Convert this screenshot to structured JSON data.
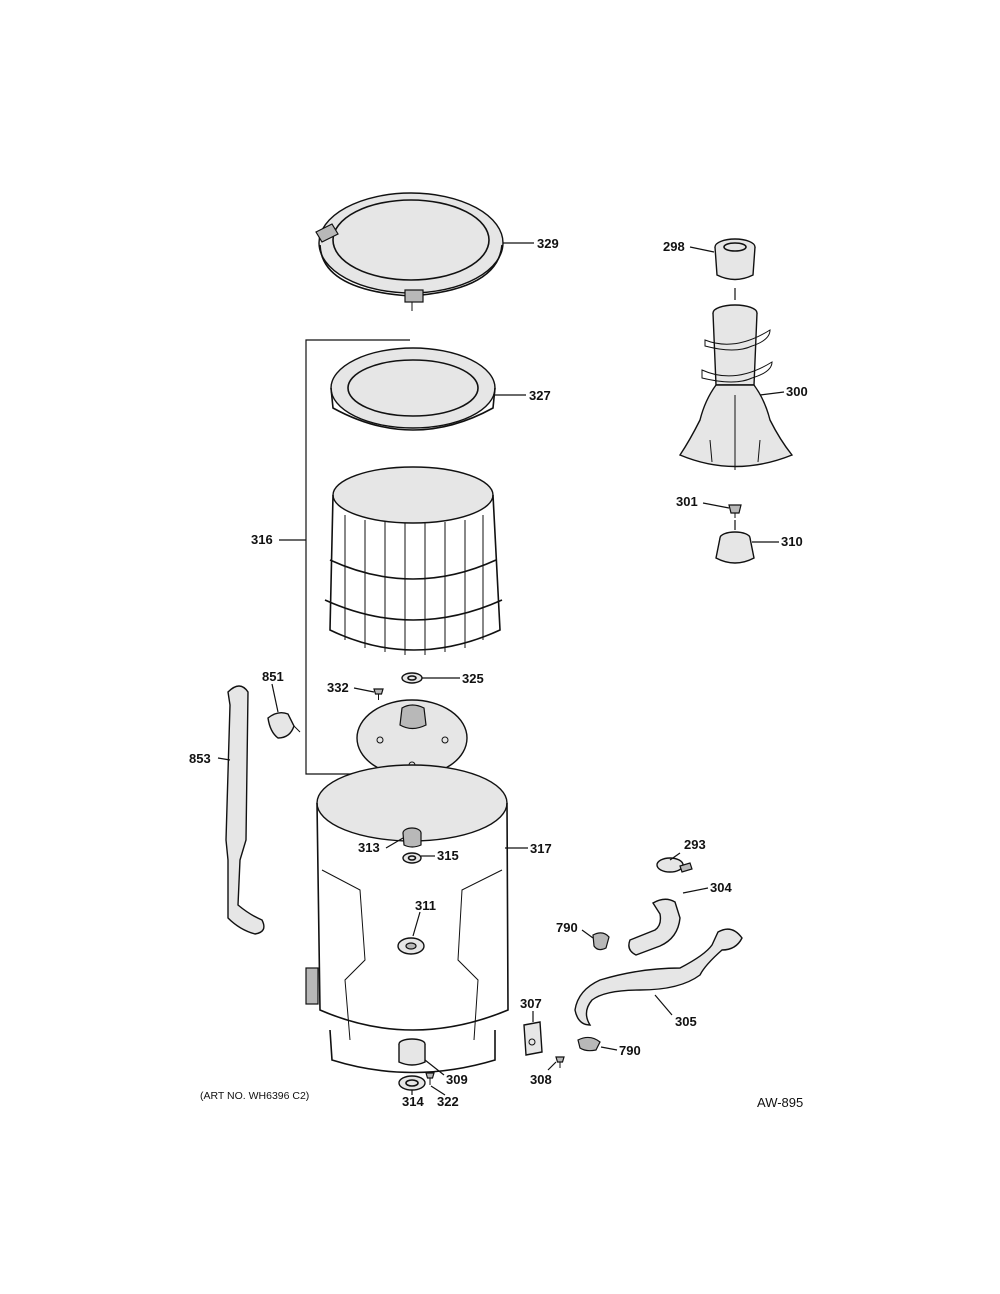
{
  "diagram": {
    "labels": {
      "p329": "329",
      "p298": "298",
      "p300": "300",
      "p327": "327",
      "p316": "316",
      "p301": "301",
      "p310": "310",
      "p332": "332",
      "p325": "325",
      "p851": "851",
      "p853": "853",
      "p317": "317",
      "p313": "313",
      "p315": "315",
      "p293": "293",
      "p304": "304",
      "p311": "311",
      "p790a": "790",
      "p305": "305",
      "p307": "307",
      "p790b": "790",
      "p309": "309",
      "p308": "308",
      "p314": "314",
      "p322": "322"
    },
    "art_number": "(ART NO. WH6396 C2)",
    "diagram_code": "AW-895"
  }
}
